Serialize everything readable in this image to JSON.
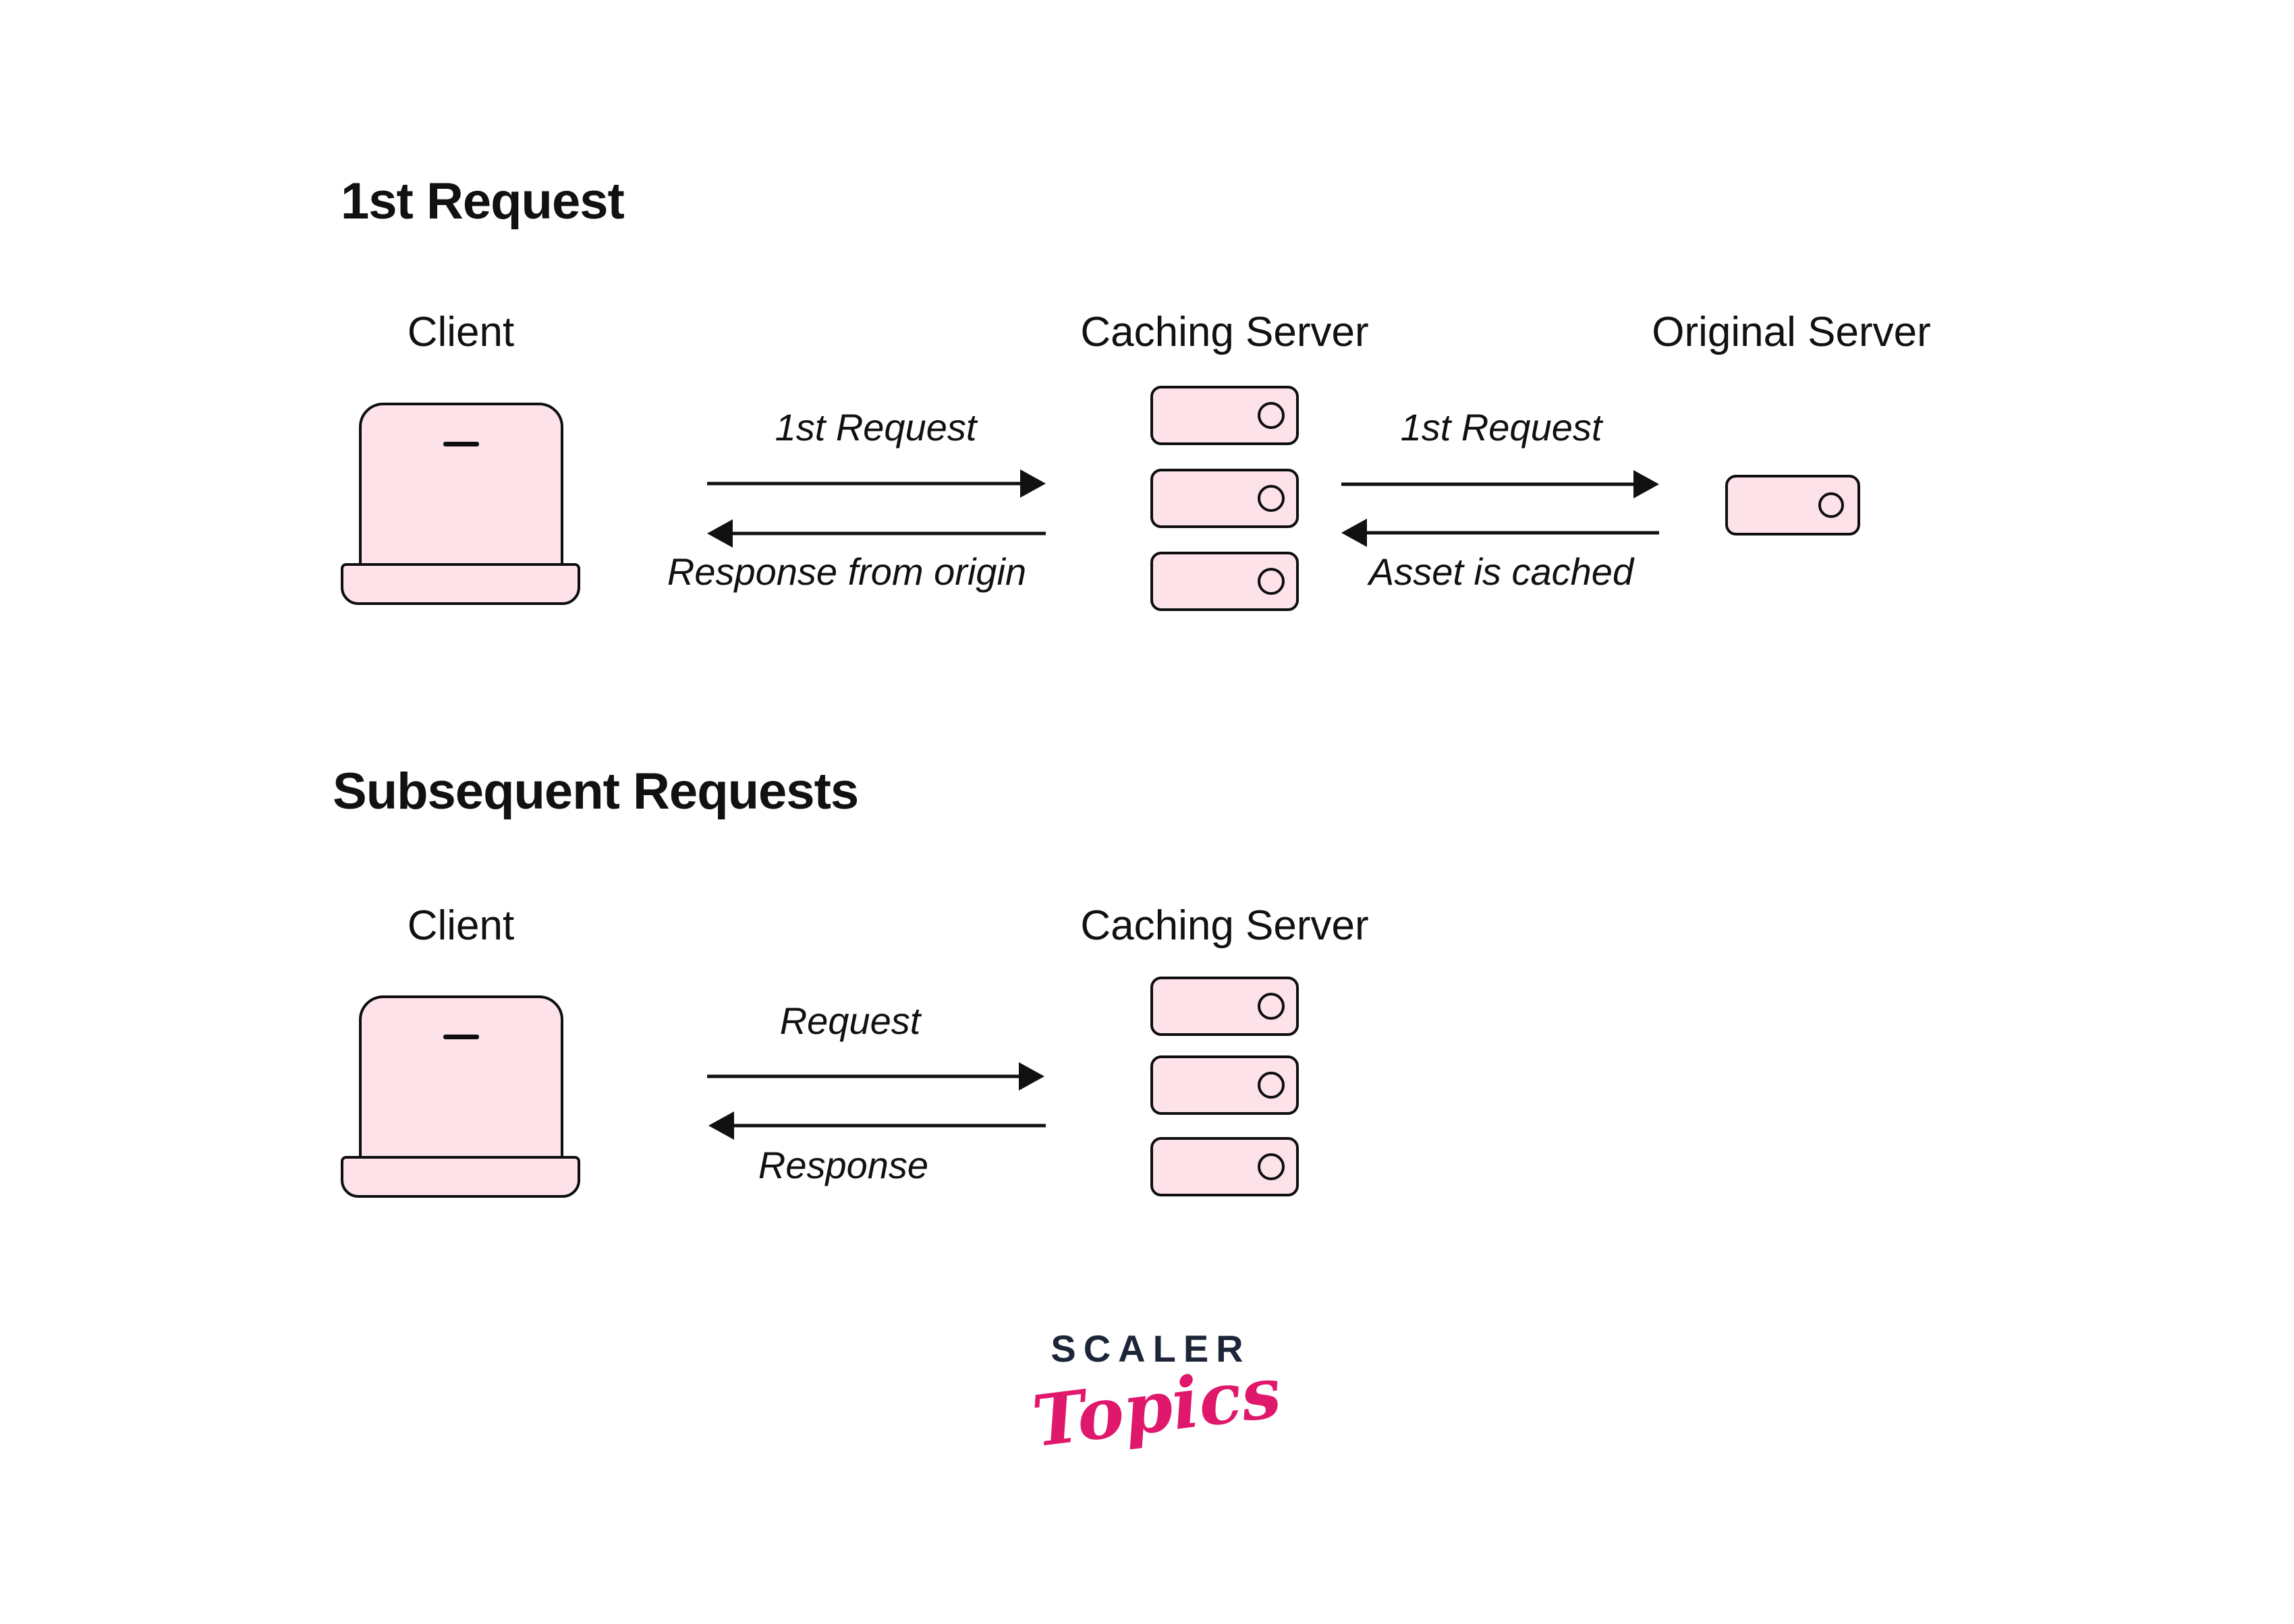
{
  "colors": {
    "shape_fill": "#FDE3E9",
    "shape_stroke": "#0e0e0e",
    "text": "#111111",
    "logo_navy": "#1D2639",
    "logo_pink": "#E0186C"
  },
  "sections": [
    {
      "title": "1st Request",
      "client_label": "Client",
      "caching_label": "Caching Server",
      "origin_label": "Original Server",
      "arrows": {
        "client_caching_top": "1st Request",
        "client_caching_bottom": "Response from origin",
        "caching_origin_top": "1st Request",
        "caching_origin_bottom": "Asset is cached"
      }
    },
    {
      "title": "Subsequent Requests",
      "client_label": "Client",
      "caching_label": "Caching Server",
      "arrows": {
        "client_caching_top": "Request",
        "client_caching_bottom": "Response"
      }
    }
  ],
  "logo": {
    "brand": "SCALER",
    "wordmark": "Topics"
  }
}
